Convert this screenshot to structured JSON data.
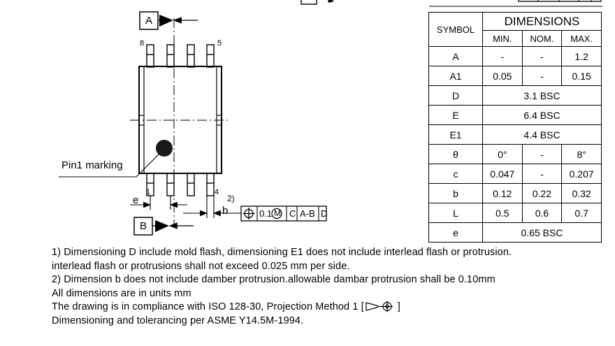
{
  "document": {
    "type": "package-outline-drawing",
    "units_note": "All dimensions are in units mm"
  },
  "dimension_table": {
    "symbol_header": "SYMBOL",
    "dimensions_header": "DIMENSIONS",
    "sub_headers": [
      "MIN.",
      "NOM.",
      "MAX."
    ],
    "rows": [
      {
        "symbol": "A",
        "min": "-",
        "nom": "-",
        "max": "1.2",
        "span": null
      },
      {
        "symbol": "A1",
        "min": "0.05",
        "nom": "-",
        "max": "0.15",
        "span": null
      },
      {
        "symbol": "D",
        "min": null,
        "nom": null,
        "max": null,
        "span": "3.1 BSC"
      },
      {
        "symbol": "E",
        "min": null,
        "nom": null,
        "max": null,
        "span": "6.4 BSC"
      },
      {
        "symbol": "E1",
        "min": null,
        "nom": null,
        "max": null,
        "span": "4.4 BSC"
      },
      {
        "symbol": "θ",
        "min": "0°",
        "nom": "-",
        "max": "8°",
        "span": null
      },
      {
        "symbol": "c",
        "min": "0.047",
        "nom": "-",
        "max": "0.207",
        "span": null
      },
      {
        "symbol": "b",
        "min": "0.12",
        "nom": "0.22",
        "max": "0.32",
        "span": null
      },
      {
        "symbol": "L",
        "min": "0.5",
        "nom": "0.6",
        "max": "0.7",
        "span": null
      },
      {
        "symbol": "e",
        "min": null,
        "nom": null,
        "max": null,
        "span": "0.65 BSC"
      }
    ]
  },
  "notes": {
    "line1": "1) Dimensioning D include mold flash, dimensioning E1 does not include interlead flash or protrusion.",
    "line2": "interlead flash or protrusions shall not exceed 0.025 mm per side.",
    "line3": "2) Dimension b does not include damber protrusion.allowable dambar protrusion shall be 0.10mm",
    "line4": "All dimensions are in units mm",
    "line5_pre": "The drawing is in compliance with ISO 128-30, Projection Method 1 [",
    "line5_post": "]",
    "line6": "Dimensioning and tolerancing per ASME Y14.5M-1994."
  },
  "drawing": {
    "datum_a": "A",
    "datum_b": "B",
    "pin_labels": {
      "top_left": "8",
      "top_right": "5",
      "bottom_left": "1",
      "bottom_right": "4"
    },
    "pin1_marking_label": "Pin1 marking",
    "dim_e_label": "e",
    "dim_b_label": "b",
    "note_ref_2": "2)",
    "feature_control_frame": {
      "symbol": "position-symbol",
      "tolerance": "0.1",
      "material_modifier": "M",
      "datums": [
        "C",
        "A-B",
        "D"
      ],
      "datum_ab_text": "A-B"
    }
  },
  "colors": {
    "line": "#000000",
    "background": "#ffffff",
    "pin1_dot": "#1a1a1a"
  }
}
